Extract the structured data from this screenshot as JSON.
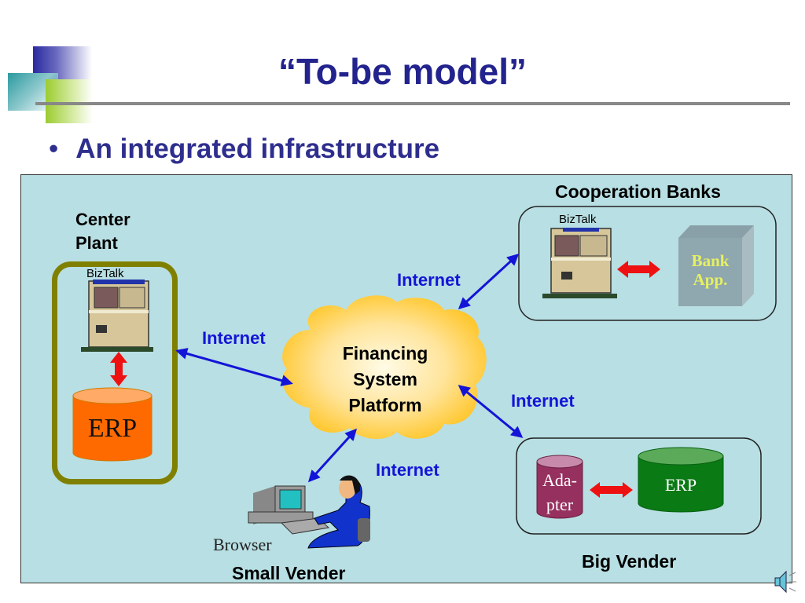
{
  "slide": {
    "title": "“To-be model”",
    "bullet": "An integrated infrastructure",
    "bullet_marker": "•"
  },
  "diagram": {
    "center_plant": {
      "label_line1": "Center",
      "label_line2": "Plant",
      "server_label": "BizTalk",
      "database_label": "ERP",
      "database_color": "#ff6a00"
    },
    "cooperation_banks": {
      "label": "Cooperation Banks",
      "server_label": "BizTalk",
      "app_line1": "Bank",
      "app_line2": "App.",
      "app_text_color": "#e6f060"
    },
    "platform": {
      "line1": "Financing",
      "line2": "System",
      "line3": "Platform",
      "cloud_color": "#ffc629"
    },
    "big_vender": {
      "label": "Big Vender",
      "adapter_line1": "Ada-",
      "adapter_line2": "pter",
      "adapter_color": "#96305e",
      "erp_label": "ERP",
      "erp_color": "#0a7a14"
    },
    "small_vender": {
      "label": "Small Vender",
      "client_label": "Browser"
    },
    "connections": [
      {
        "from": "center_plant",
        "to": "platform",
        "label": "Internet"
      },
      {
        "from": "platform",
        "to": "cooperation_banks",
        "label": "Internet"
      },
      {
        "from": "platform",
        "to": "big_vender",
        "label": "Internet"
      },
      {
        "from": "platform",
        "to": "small_vender",
        "label": "Internet"
      }
    ],
    "colors": {
      "panel_background": "#b8dfe3",
      "internet_arrow": "#1414d8",
      "local_arrow": "#ee1111",
      "center_plant_frame": "#808000"
    }
  },
  "icons": {
    "speaker": "speaker-icon"
  }
}
